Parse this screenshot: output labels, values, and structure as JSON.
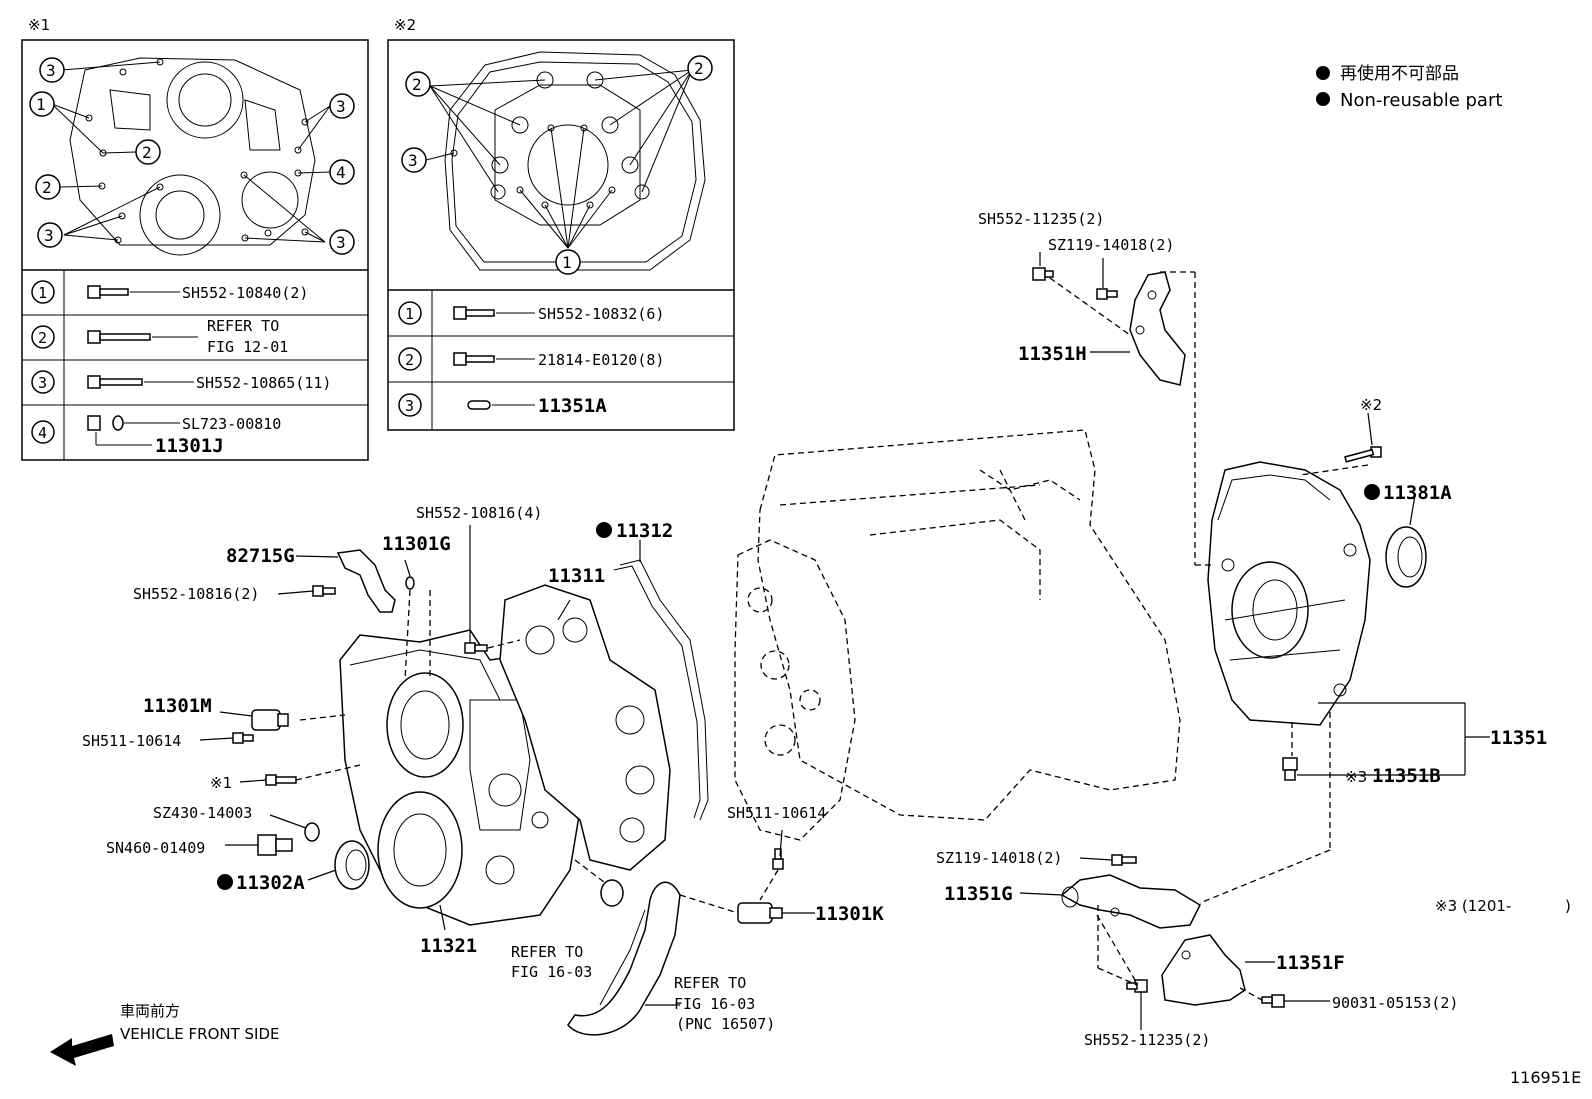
{
  "legend": {
    "jp": "再使用不可部品",
    "en": "Non-reusable part"
  },
  "inset1": {
    "mark": "※1",
    "callouts": [
      "1",
      "2",
      "3",
      "4"
    ],
    "rows": [
      {
        "num": "1",
        "line1": "SH552-10840(2)",
        "line2": ""
      },
      {
        "num": "2",
        "line1": "REFER TO",
        "line2": "FIG 12-01"
      },
      {
        "num": "3",
        "line1": "SH552-10865(11)",
        "line2": ""
      },
      {
        "num": "4",
        "line1": "SL723-00810",
        "line2": "11301J"
      }
    ]
  },
  "inset2": {
    "mark": "※2",
    "callouts": [
      "1",
      "2",
      "3"
    ],
    "rows": [
      {
        "num": "1",
        "line1": "SH552-10832(6)"
      },
      {
        "num": "2",
        "line1": "21814-E0120(8)"
      },
      {
        "num": "3",
        "line1": "11351A"
      }
    ]
  },
  "labels": {
    "sh552_11235_top": "SH552-11235(2)",
    "sz119_14018_top": "SZ119-14018(2)",
    "p11351H": "11351H",
    "mark2": "※2",
    "p11381A": "11381A",
    "p11351": "11351",
    "mark3_a": "※3",
    "p11351B": "11351B",
    "mark3_b": "※3 (1201-",
    "mark3_b_end": ")",
    "sz119_14018_bot": "SZ119-14018(2)",
    "p11351G": "11351G",
    "p11351F": "11351F",
    "p90031": "90031-05153(2)",
    "sh552_11235_bot": "SH552-11235(2)",
    "sh511_10614_mid": "SH511-10614",
    "p11301K": "11301K",
    "refer_1603_a1": "REFER TO",
    "refer_1603_a2": "FIG 16-03",
    "refer_1603_b1": "REFER TO",
    "refer_1603_b2": "FIG 16-03",
    "refer_1603_b3": "(PNC 16507)",
    "p11321": "11321",
    "p11302A": "11302A",
    "sn460_01409": "SN460-01409",
    "sz430_14003": "SZ430-14003",
    "mark1": "※1",
    "sh511_10614_left": "SH511-10614",
    "p11301M": "11301M",
    "sh552_10816_2": "SH552-10816(2)",
    "p82715G": "82715G",
    "p11301G": "11301G",
    "sh552_10816_4": "SH552-10816(4)",
    "p11312": "11312",
    "p11311": "11311",
    "front_jp": "車両前方",
    "front_en": "VEHICLE FRONT SIDE",
    "fig_id": "116951E"
  }
}
